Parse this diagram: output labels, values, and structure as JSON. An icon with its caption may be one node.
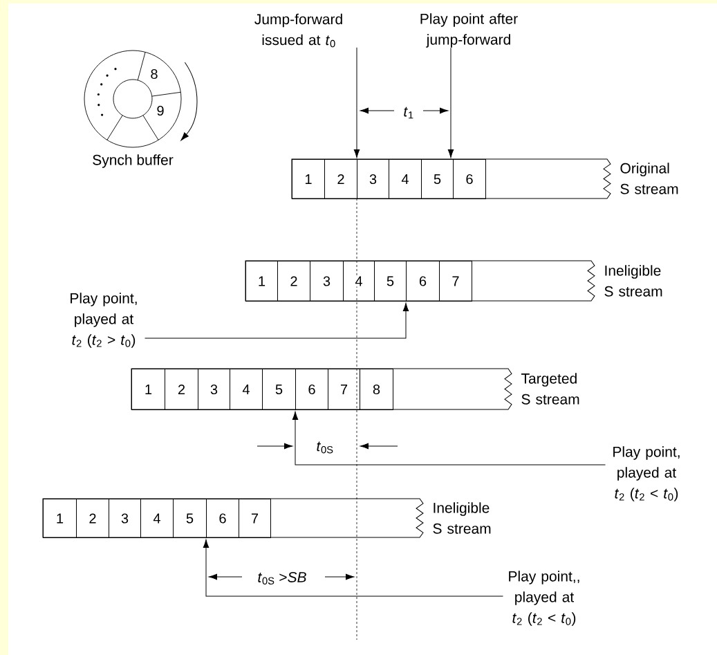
{
  "diagram": {
    "nodes": [
      {
        "text": [
          "Jump-forward issued at *t*$_{0}$"
        ]
      },
      {
        "text": [
          "Play point after jump-forward"
        ]
      },
      {
        "text": [],
        "shape": "bar",
        "beside": [
          "Original S stream"
        ]
      },
      {
        "text": [
          "1"
        ],
        "in": 2
      },
      {
        "text": [
          "2"
        ],
        "in": 2
      },
      {
        "text": [
          "3"
        ],
        "in": 2
      },
      {
        "text": [
          "4"
        ],
        "in": 2
      },
      {
        "text": [
          "5"
        ],
        "in": 2
      },
      {
        "text": [
          "6"
        ],
        "in": 2
      },
      {
        "text": [],
        "shape": "bar",
        "beside": [
          "Ineligible S stream"
        ]
      },
      {
        "text": [
          "1"
        ],
        "in": 9
      },
      {
        "text": [
          "2"
        ],
        "in": 9
      },
      {
        "text": [
          "3"
        ],
        "in": 9
      },
      {
        "text": [
          "4"
        ],
        "in": 9
      },
      {
        "text": [
          "5"
        ],
        "in": 9
      },
      {
        "text": [
          "6"
        ],
        "in": 9
      },
      {
        "text": [
          "7"
        ],
        "in": 9
      },
      {
        "text": [
          "Play point, played at *t*$_{2}$ (*t*$_{2}$ > *t*$_{0}$)"
        ]
      },
      {
        "text": [],
        "shape": "bar",
        "beside": [
          "Targeted S stream"
        ]
      },
      {
        "text": [
          "1"
        ],
        "in": 18
      },
      {
        "text": [
          "2"
        ],
        "in": 18
      },
      {
        "text": [
          "3"
        ],
        "in": 18
      },
      {
        "text": [
          "4"
        ],
        "in": 18
      },
      {
        "text": [
          "5"
        ],
        "in": 18
      },
      {
        "text": [
          "6"
        ],
        "in": 18
      },
      {
        "text": [
          "7"
        ],
        "in": 18
      },
      {
        "text": [
          "8"
        ],
        "in": 18
      },
      {
        "text": [
          "Play point, played at *t*$_{2}$ (*t*$_{2}$ < *t*$_{0}$)"
        ]
      },
      {
        "text": [],
        "shape": "bar",
        "beside": [
          "Ineligible S stream"
        ]
      },
      {
        "text": [
          "1"
        ],
        "in": 28
      },
      {
        "text": [
          "2"
        ],
        "in": 28
      },
      {
        "text": [
          "3"
        ],
        "in": 28
      },
      {
        "text": [
          "4"
        ],
        "in": 28
      },
      {
        "text": [
          "5"
        ],
        "in": 28
      },
      {
        "text": [
          "6"
        ],
        "in": 28
      },
      {
        "text": [
          "7"
        ],
        "in": 28
      },
      {
        "text": [
          "Play point,, played at *t*$_{2}$ (*t*$_{2}$ < *t*$_{0}$)"
        ]
      }
    ],
    "edges": [
      {
        "from": 0,
        "to": 2,
        "arrow": "to"
      },
      {
        "from": 1,
        "to": 2,
        "arrow": "to"
      },
      {
        "from": 17,
        "to": 9,
        "arrow": "to"
      },
      {
        "from": 27,
        "to": 18,
        "arrow": "to"
      },
      {
        "from": 36,
        "to": 28,
        "arrow": "to"
      }
    ],
    "labels": [
      "8",
      "9",
      "Synch buffer",
      "*t*$_{1}$",
      "*t*$_{0S}$",
      "*t*$_{0S}$ >*SB*"
    ]
  }
}
